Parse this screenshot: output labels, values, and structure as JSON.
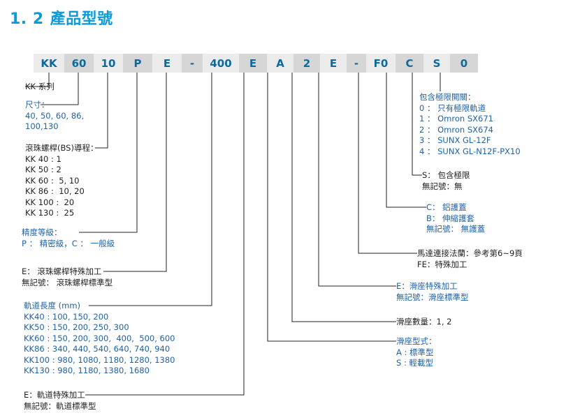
{
  "page": {
    "heading_number": "1. 2",
    "heading_title": "產品型號",
    "accent_color": "#0d9ada",
    "blue_text_color": "#1f62a5",
    "dark_text_color": "#231f20"
  },
  "model_number": {
    "cells": [
      {
        "label": "KK",
        "shade": "light",
        "width": 44
      },
      {
        "label": "60",
        "shade": "dark",
        "width": 42
      },
      {
        "label": "10",
        "shade": "light",
        "width": 42
      },
      {
        "label": "P",
        "shade": "dark",
        "width": 42
      },
      {
        "label": "E",
        "shade": "light",
        "width": 42
      },
      {
        "label": "-",
        "shade": "dark",
        "width": 30
      },
      {
        "label": "400",
        "shade": "light",
        "width": 52
      },
      {
        "label": "E",
        "shade": "dark",
        "width": 40
      },
      {
        "label": "A",
        "shade": "light",
        "width": 38
      },
      {
        "label": "2",
        "shade": "dark",
        "width": 38
      },
      {
        "label": "E",
        "shade": "light",
        "width": 38
      },
      {
        "label": "-",
        "shade": "dark",
        "width": 28
      },
      {
        "label": "F0",
        "shade": "light",
        "width": 42
      },
      {
        "label": "C",
        "shade": "dark",
        "width": 40
      },
      {
        "label": "S",
        "shade": "light",
        "width": 38
      },
      {
        "label": "0",
        "shade": "dark",
        "width": 40
      }
    ]
  },
  "annotations": {
    "series": {
      "text": "KK 系列",
      "color": "dark"
    },
    "size": {
      "text": "尺寸：\n40, 50, 60, 86,\n100,130",
      "color": "blue"
    },
    "ball_screw_lead": {
      "text": "滾珠螺桿(BS)導程：\nKK 40 : 1\nKK 50 : 2\nKK 60 :  5, 10\nKK 86 :  10, 20\nKK 100 :  20\nKK 130 :  25",
      "color": "dark"
    },
    "accuracy_grade": {
      "text": "精度等級：\nP ： 精密級，C ： 一般級",
      "color": "blue"
    },
    "ball_screw_machining": {
      "text": "E： 滾珠螺桿特殊加工\n無記號： 滾珠螺桿標準型",
      "color": "dark"
    },
    "rail_length": {
      "text": "軌道長度 (mm)\nKK40 : 100, 150, 200\nKK50 : 150, 200, 250, 300\nKK60 : 150, 200, 300,  400,  500, 600\nKK86 : 340, 440, 540, 640, 740, 940\nKK100 : 980, 1080, 1180, 1280, 1380\nKK130 : 980, 1180, 1380, 1680",
      "color": "blue"
    },
    "rail_machining": {
      "text": "E：軌道特殊加工\n無記號：軌道標準型",
      "color": "dark"
    },
    "limit_switch": {
      "text": "包含極限開關：\n0 ： 只有極限軌道\n1 ： Omron SX671\n2 ： Omron SX674\n3 ： SUNX GL-12F\n4 ： SUNX GL-N12F-PX10",
      "color": "blue"
    },
    "limit_included": {
      "text": "S： 包含極限\n無記號：無",
      "color": "dark"
    },
    "cover": {
      "text": "C： 鋁護蓋\nB： 伸縮護套\n無記號： 無護蓋",
      "color": "blue"
    },
    "motor_flange": {
      "text": "馬達連接法蘭：參考第6~9頁\nFE：特殊加工",
      "color": "dark"
    },
    "slide_machining": {
      "text": "E：滑座特殊加工\n無記號：滑座標準型",
      "color": "blue"
    },
    "slide_quantity": {
      "text": "滑座數量：1, 2",
      "color": "dark"
    },
    "slide_type": {
      "text": "滑座型式：\nA : 標準型\nS : 輕載型",
      "color": "blue"
    }
  }
}
